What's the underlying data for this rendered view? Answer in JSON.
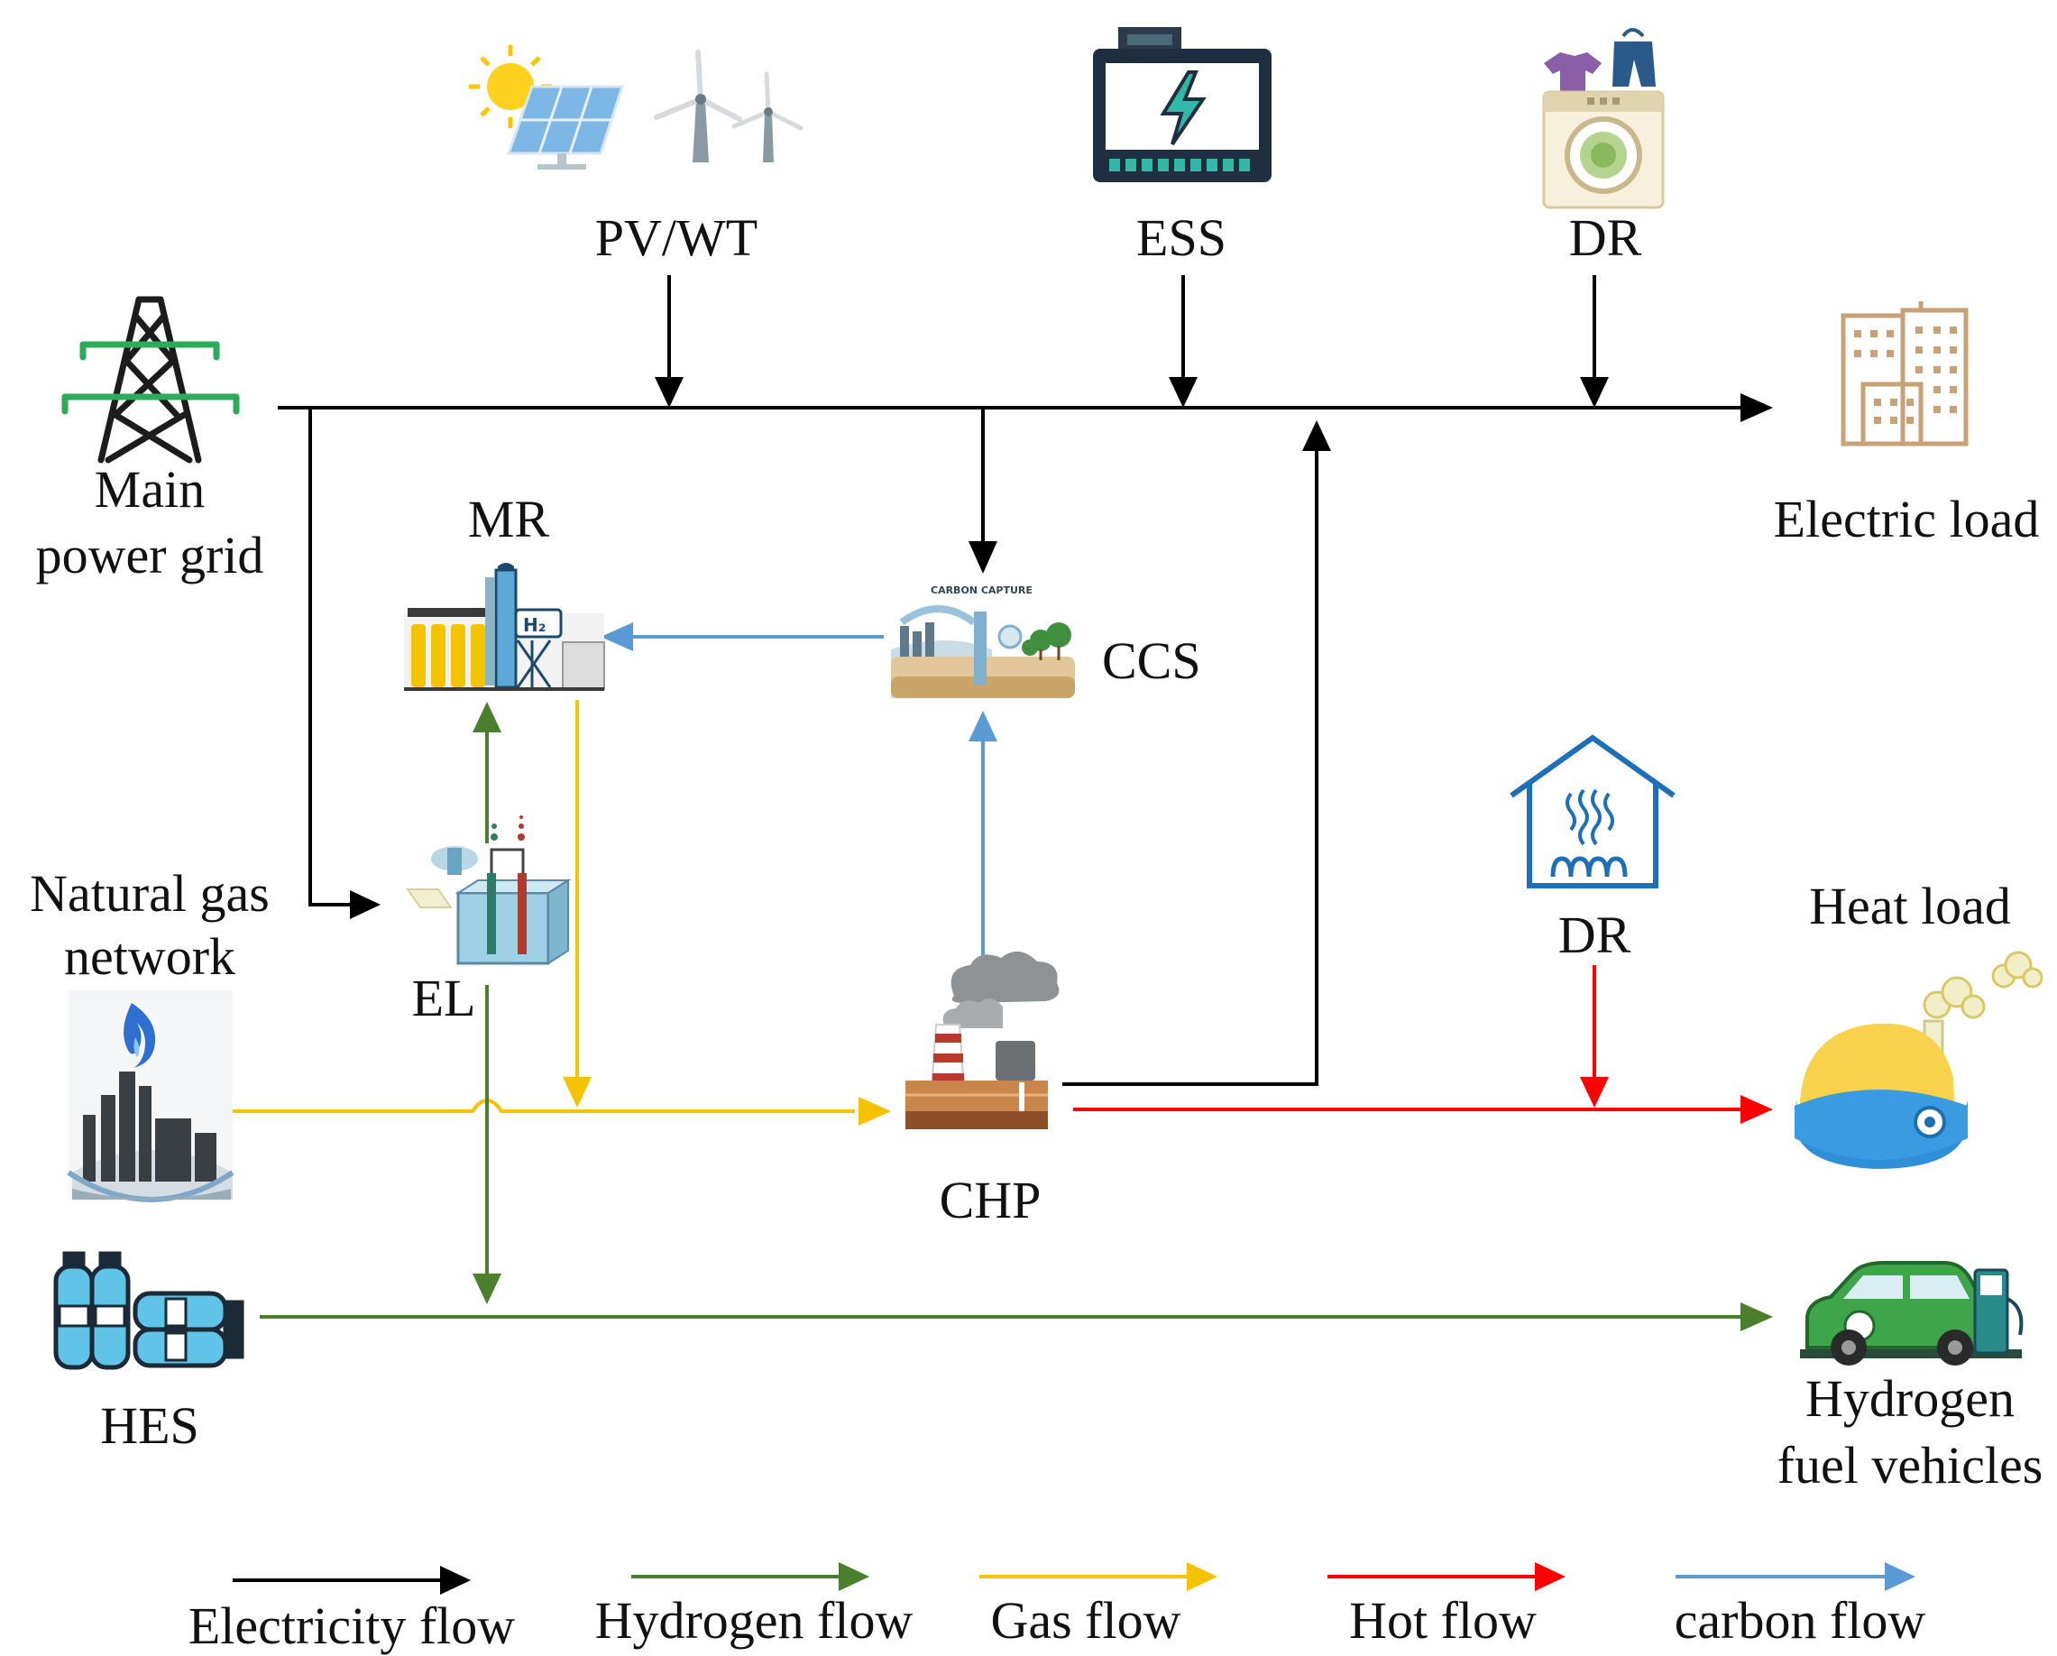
{
  "nodes": {
    "pv_wt": "PV/WT",
    "ess": "ESS",
    "dr_top": "DR",
    "main_grid": [
      "Main",
      "power grid"
    ],
    "electric_load": "Electric load",
    "mr": "MR",
    "ccs": "CCS",
    "natural_gas": [
      "Natural gas",
      "network"
    ],
    "el": "EL",
    "dr_heat": "DR",
    "heat_load": "Heat load",
    "chp": "CHP",
    "hes": "HES",
    "hfv": [
      "Hydrogen",
      "fuel vehicles"
    ]
  },
  "icon_text": {
    "carbon_capture": "CARBON CAPTURE",
    "h2": "H₂"
  },
  "legend": [
    {
      "label": "Electricity flow",
      "color": "#000000"
    },
    {
      "label": "Hydrogen flow",
      "color": "#4a7f2c"
    },
    {
      "label": "Gas flow",
      "color": "#f5c200"
    },
    {
      "label": "Hot flow",
      "color": "#ff0000"
    },
    {
      "label": "carbon flow",
      "color": "#5b9bd5"
    }
  ],
  "colors": {
    "electricity": "#000000",
    "hydrogen": "#4a7f2c",
    "gas": "#f5c200",
    "heat": "#ff0000",
    "carbon": "#5b9bd5"
  },
  "icons": [
    "sun-icon",
    "solar-panel-icon",
    "wind-turbine-icon",
    "battery-icon",
    "laundry-icon",
    "transmission-tower-icon",
    "buildings-icon",
    "methanation-reactor-icon",
    "carbon-capture-icon",
    "electrolyzer-icon",
    "gas-plant-icon",
    "house-heat-icon",
    "chp-plant-icon",
    "heater-icon",
    "hydrogen-tanks-icon",
    "hydrogen-car-icon"
  ]
}
